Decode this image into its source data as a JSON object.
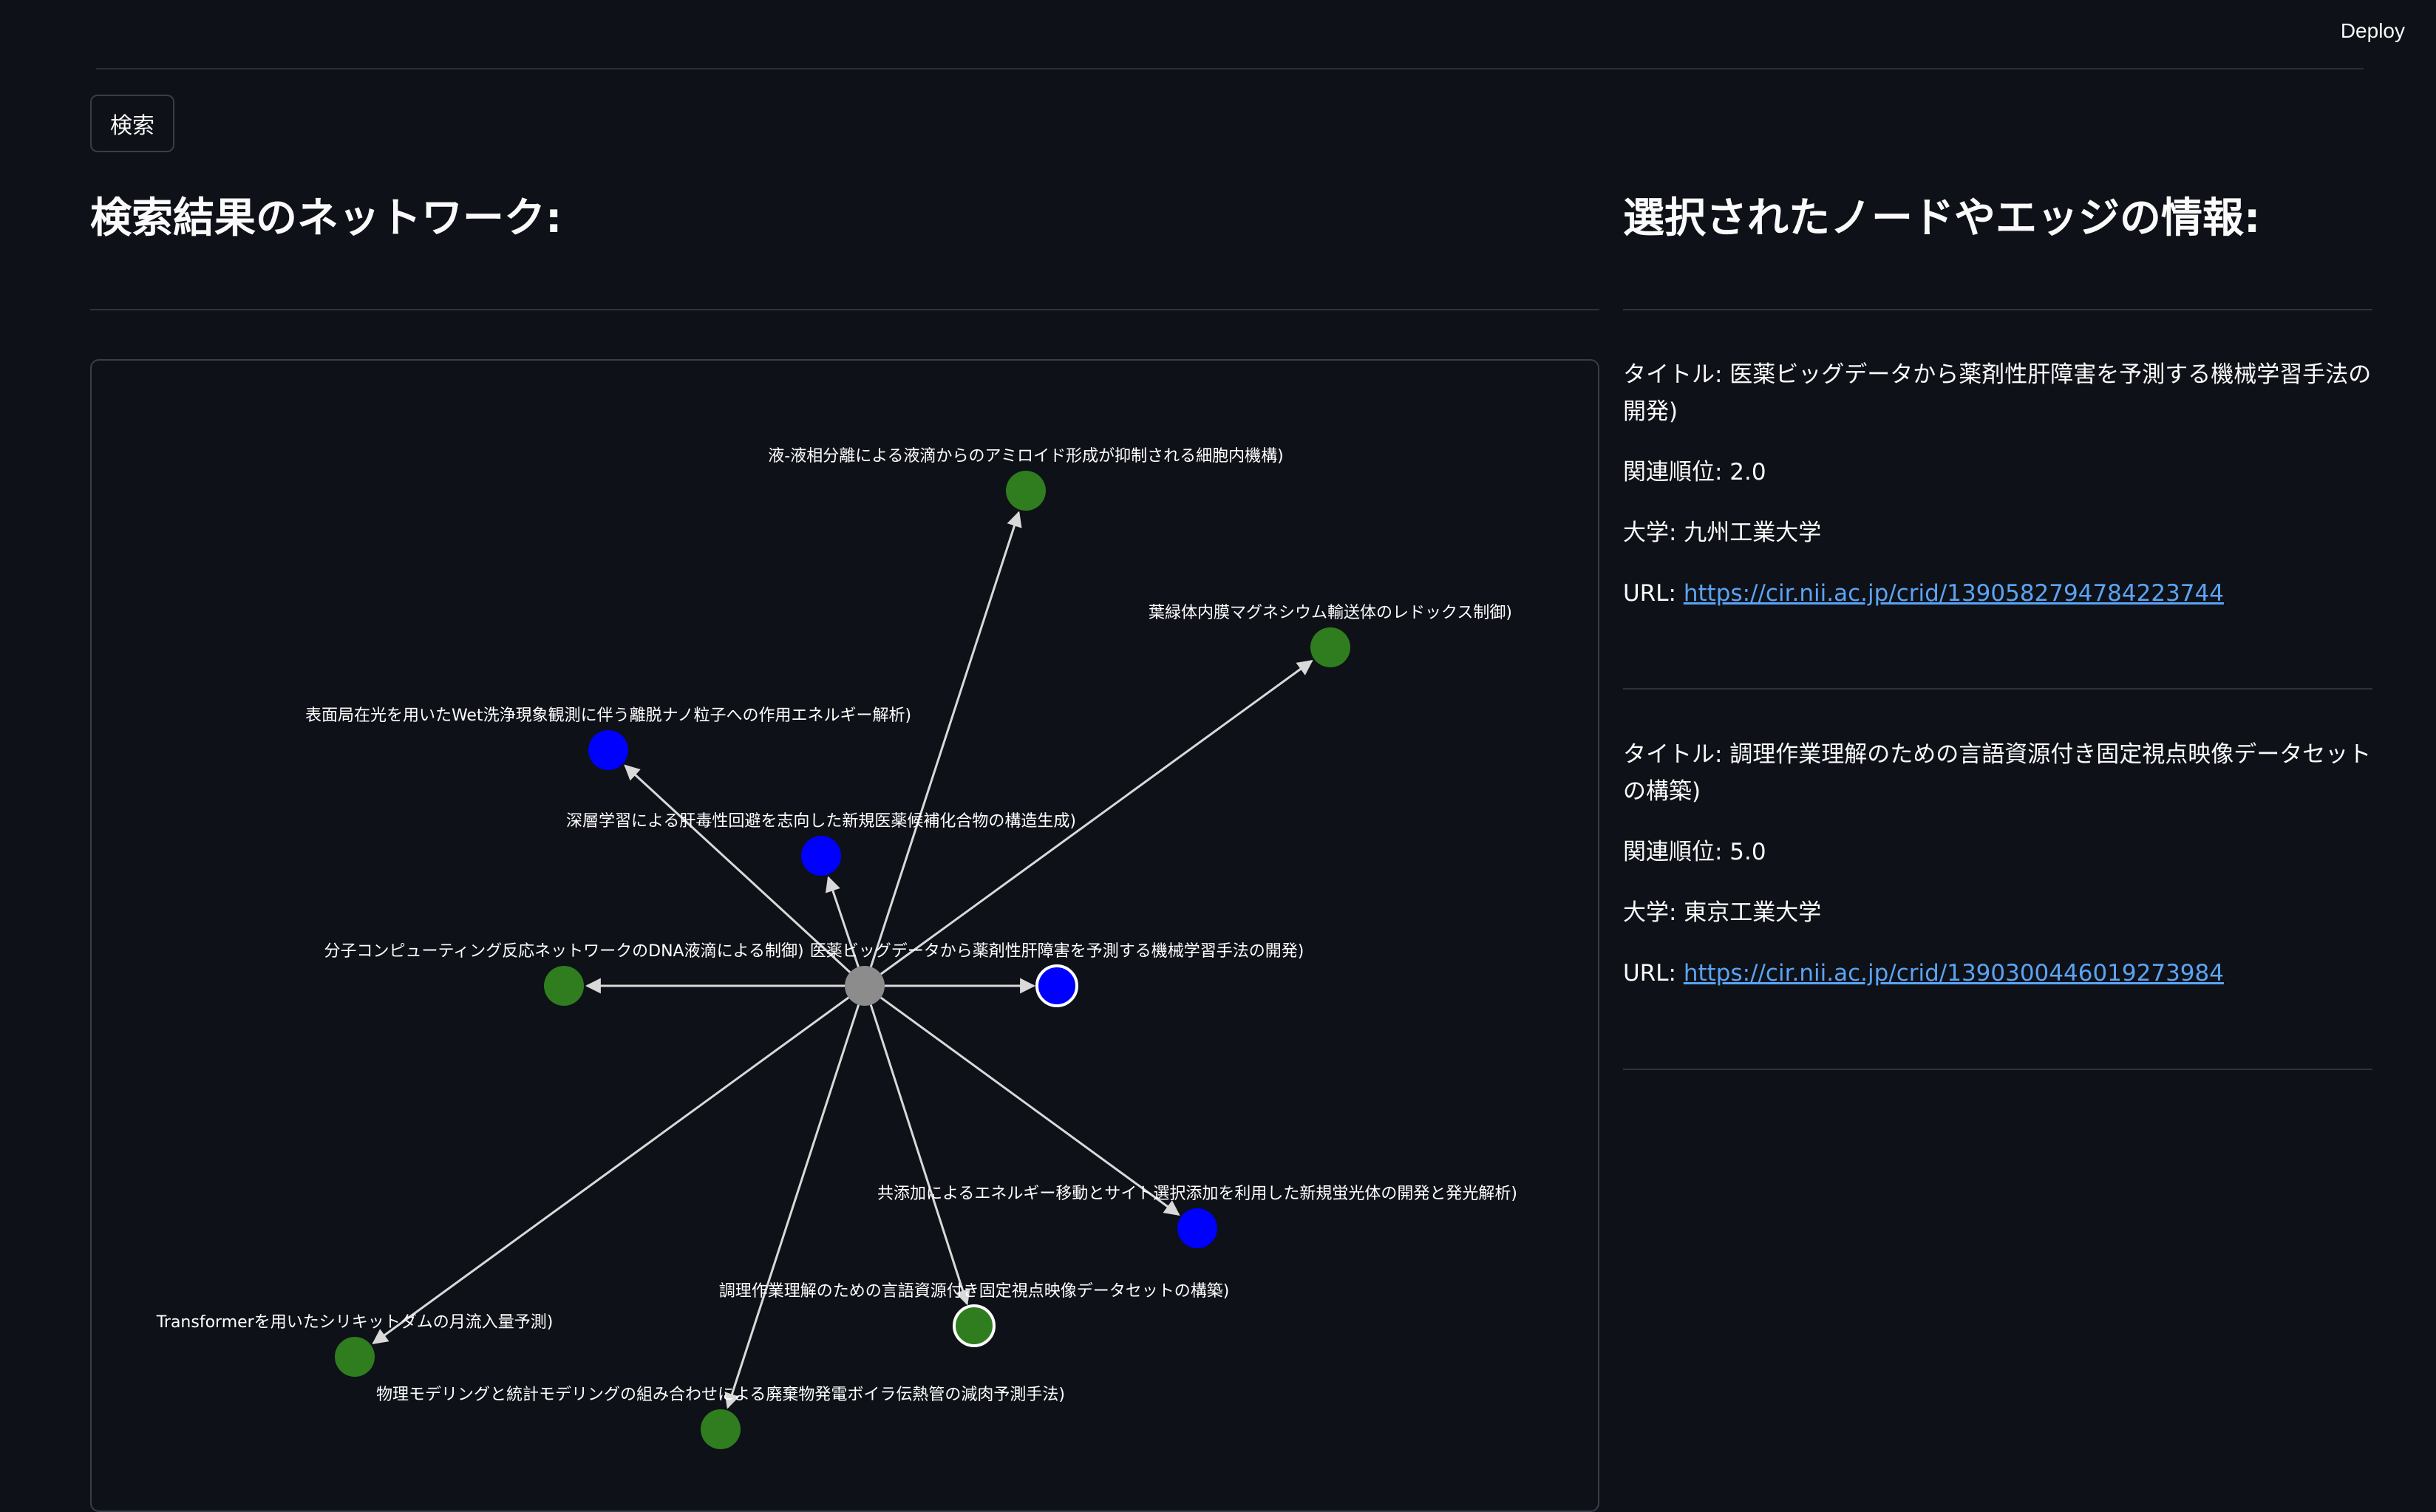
{
  "header": {
    "deploy_label": "Deploy"
  },
  "search": {
    "button_label": "検索"
  },
  "network": {
    "title": "検索結果のネットワーク:",
    "center_color": "#8c8c8c",
    "nodes": [
      {
        "label": "液-液相分離による液滴からのアミロイド形成が抑制される細胞内機構)",
        "color": "#2f7d1f",
        "selected": false
      },
      {
        "label": "葉緑体内膜マグネシウム輸送体のレドックス制御)",
        "color": "#2f7d1f",
        "selected": false
      },
      {
        "label": "表面局在光を用いたWet洗浄現象観測に伴う離脱ナノ粒子への作用エネルギー解析)",
        "color": "#0000ff",
        "selected": false
      },
      {
        "label": "深層学習による肝毒性回避を志向した新規医薬候補化合物の構造生成)",
        "color": "#0000ff",
        "selected": false
      },
      {
        "label": "分子コンピューティング反応ネットワークのDNA液滴による制御)",
        "color": "#2f7d1f",
        "selected": false
      },
      {
        "label": "医薬ビッグデータから薬剤性肝障害を予測する機械学習手法の開発)",
        "color": "#0000ff",
        "selected": true
      },
      {
        "label": "共添加によるエネルギー移動とサイト選択添加を利用した新規蛍光体の開発と発光解析)",
        "color": "#0000ff",
        "selected": false
      },
      {
        "label": "調理作業理解のための言語資源付き固定視点映像データセットの構築)",
        "color": "#2f7d1f",
        "selected": true
      },
      {
        "label": "Transformerを用いたシリキットダムの月流入量予測)",
        "color": "#2f7d1f",
        "selected": false
      },
      {
        "label": "物理モデリングと統計モデリングの組み合わせによる廃棄物発電ボイラ伝熱管の減肉予測手法)",
        "color": "#2f7d1f",
        "selected": false
      }
    ]
  },
  "info": {
    "title": "選択されたノードやエッジの情報:",
    "items": [
      {
        "title": "タイトル: 医薬ビッグデータから薬剤性肝障害を予測する機械学習手法の開発)",
        "rank": "関連順位: 2.0",
        "university": "大学: 九州工業大学",
        "url_prefix": "URL: ",
        "url": "https://cir.nii.ac.jp/crid/1390582794784223744"
      },
      {
        "title": "タイトル: 調理作業理解のための言語資源付き固定視点映像データセットの構築)",
        "rank": "関連順位: 5.0",
        "university": "大学: 東京工業大学",
        "url_prefix": "URL: ",
        "url": "https://cir.nii.ac.jp/crid/1390300446019273984"
      }
    ]
  }
}
